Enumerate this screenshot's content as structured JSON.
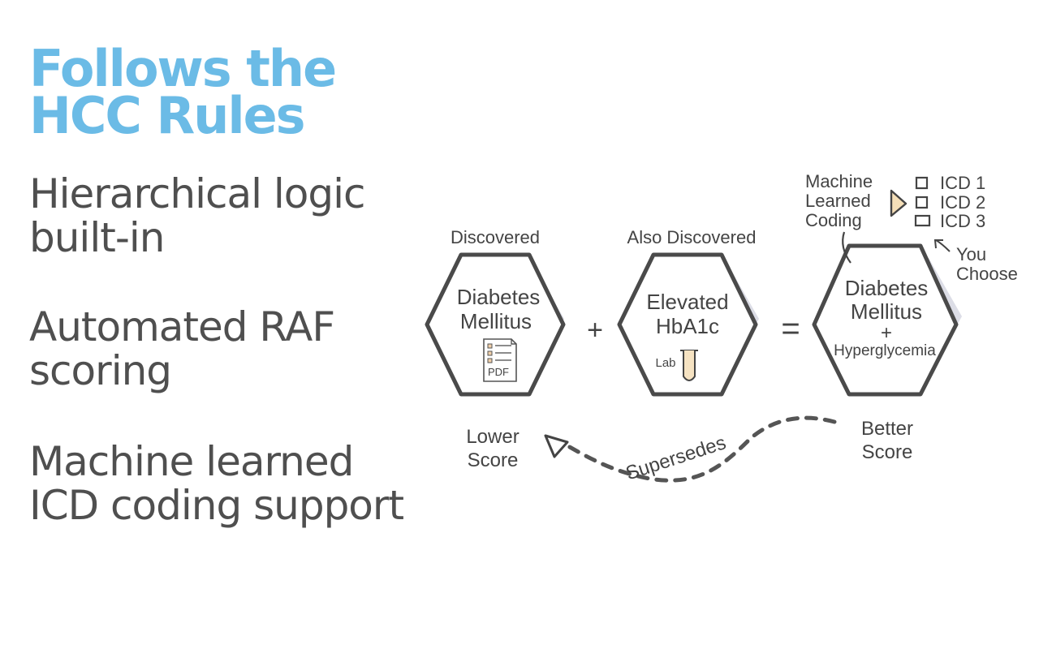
{
  "title": {
    "line1": "Follows the",
    "line2": "HCC Rules"
  },
  "bullets": [
    {
      "line1": "Hierarchical logic",
      "line2": "built-in"
    },
    {
      "line1": "Automated RAF",
      "line2": "scoring"
    },
    {
      "line1": "Machine learned",
      "line2": "ICD coding support"
    }
  ],
  "diagram": {
    "hex1": {
      "caption": "Discovered",
      "line1": "Diabetes",
      "line2": "Mellitus",
      "doc_label": "PDF",
      "icon": "pdf-document-icon"
    },
    "plus": "+",
    "hex2": {
      "caption": "Also Discovered",
      "line1": "Elevated",
      "line2": "HbA1c",
      "lab_label": "Lab",
      "icon": "test-tube-icon"
    },
    "equals": "=",
    "hex3": {
      "line1": "Diabetes",
      "line2": "Mellitus",
      "plus": "+",
      "line3": "Hyperglycemia"
    },
    "ml": {
      "line1": "Machine",
      "line2": "Learned",
      "line3": "Coding",
      "icon": "play-triangle-icon"
    },
    "icd_options": [
      "ICD 1",
      "ICD 2",
      "ICD 3"
    ],
    "you_choose": {
      "line1": "You",
      "line2": "Choose",
      "icon": "curved-arrow-icon"
    },
    "lower_score": {
      "line1": "Lower",
      "line2": "Score"
    },
    "better_score": {
      "line1": "Better",
      "line2": "Score"
    },
    "supersedes": "Supersedes",
    "colors": {
      "title": "#6bbbe6",
      "text": "#4f4f4f",
      "hex_stroke": "#4a4a4a",
      "hex_shadow": "#dcdde6",
      "triangle_fill": "#f5dfb8",
      "tube_fill": "#f6e3c2"
    }
  }
}
